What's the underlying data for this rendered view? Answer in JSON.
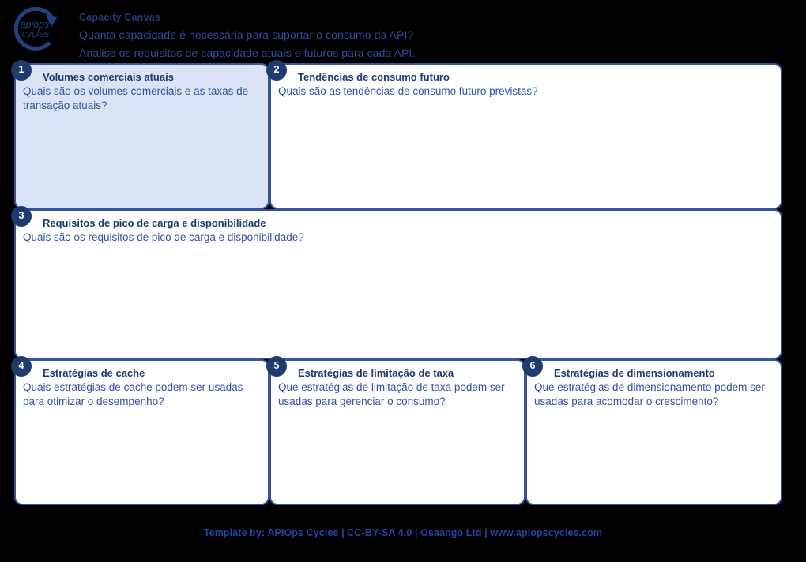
{
  "colors": {
    "background": "#000000",
    "box_border": "#35549e",
    "box_fill": "#ffffff",
    "highlight_fill": "#dbe4f7",
    "badge_fill": "#1e3a6e",
    "title_text": "#1e3a6e",
    "body_text": "#3153a4",
    "footer_text": "#2443a0"
  },
  "header": {
    "logo_line1": "apiops",
    "logo_line2": "cycles",
    "title": "Capacity Canvas",
    "subtitle1": "Quanta capacidade é necessária para suportar o consumo da API?",
    "subtitle2": "Analise os requisitos de capacidade atuais e futuros para cada API."
  },
  "boxes": [
    {
      "number": "1",
      "title": "Volumes comerciais atuais",
      "question": "Quais são os volumes comerciais e as taxas de transação atuais?",
      "highlighted": true
    },
    {
      "number": "2",
      "title": "Tendências de consumo futuro",
      "question": "Quais são as tendências de consumo futuro previstas?",
      "highlighted": false
    },
    {
      "number": "3",
      "title": "Requisitos de pico de carga e disponibilidade",
      "question": "Quais são os requisitos de pico de carga e disponibilidade?",
      "highlighted": false
    },
    {
      "number": "4",
      "title": "Estratégias de cache",
      "question": "Quais estratégias de cache podem ser usadas para otimizar o desempenho?",
      "highlighted": false
    },
    {
      "number": "5",
      "title": "Estratégias de limitação de taxa",
      "question": "Que estratégias de limitação de taxa podem ser usadas para gerenciar o consumo?",
      "highlighted": false
    },
    {
      "number": "6",
      "title": "Estratégias de dimensionamento",
      "question": "Que estratégias de dimensionamento podem ser usadas para acomodar o crescimento?",
      "highlighted": false
    }
  ],
  "footer": {
    "text": "Template by: APIOps Cycles | CC-BY-SA 4.0 | Osaango Ltd | www.apiopscycles.com"
  }
}
